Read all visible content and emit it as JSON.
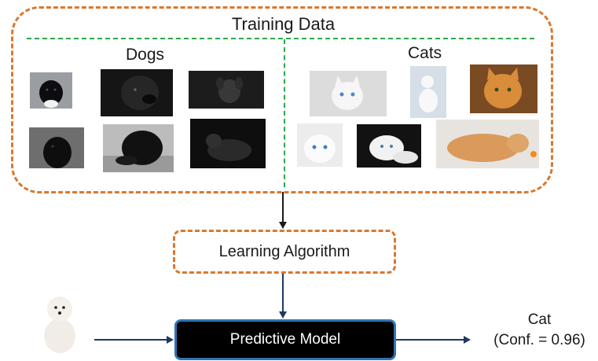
{
  "training": {
    "title": "Training Data",
    "dogs_label": "Dogs",
    "cats_label": "Cats",
    "dog_images": [
      "dog-photo-1",
      "dog-photo-2",
      "dog-photo-3",
      "dog-photo-4",
      "dog-photo-5",
      "dog-photo-6"
    ],
    "cat_images": [
      "cat-photo-1",
      "cat-photo-2",
      "cat-photo-3",
      "cat-photo-4",
      "cat-photo-5",
      "cat-photo-6"
    ]
  },
  "algorithm": {
    "label": "Learning Algorithm"
  },
  "model": {
    "label": "Predictive Model"
  },
  "input": {
    "image": "white-dog-photo"
  },
  "output": {
    "label": "Cat",
    "confidence": "(Conf. = 0.96)"
  },
  "colors": {
    "dashed_border": "#d9782e",
    "divider": "#2aa84a",
    "model_border": "#2f75b5",
    "arrow": "#1f3864"
  }
}
